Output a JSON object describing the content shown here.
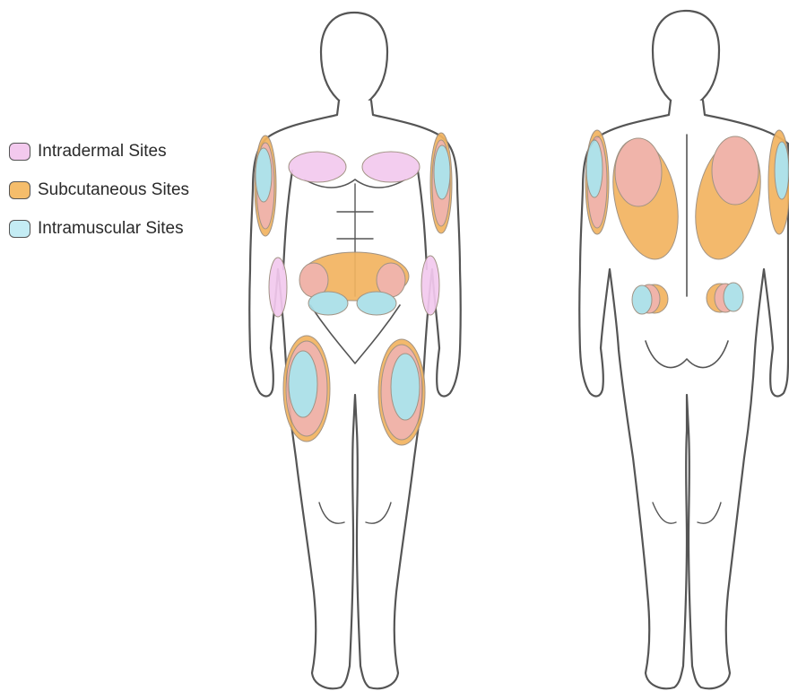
{
  "legend": [
    {
      "key": "intradermal",
      "label": "Intradermal Sites",
      "color": "#f3c9ee"
    },
    {
      "key": "subcutaneous",
      "label": "Subcutaneous Sites",
      "color": "#f5bd6b"
    },
    {
      "key": "intramuscular",
      "label": "Intramuscular Sites",
      "color": "#c4ecf4"
    }
  ],
  "colors": {
    "outline": "#555555",
    "intradermal": "#eeb8ea",
    "subcutaneous": "#f2b460",
    "intramuscular": "#a9dfe8",
    "overlap_pink_orange": "#efaea3"
  },
  "figures": [
    {
      "view": "front",
      "sites": [
        "deltoid-left",
        "deltoid-right",
        "pectoral-left",
        "pectoral-right",
        "forearm-left",
        "forearm-right",
        "abdomen",
        "lower-abdomen",
        "thigh-left",
        "thigh-right"
      ]
    },
    {
      "view": "back",
      "sites": [
        "upper-arm-left",
        "upper-arm-right",
        "scapular-left",
        "scapular-right",
        "gluteal-left",
        "gluteal-right"
      ]
    }
  ]
}
